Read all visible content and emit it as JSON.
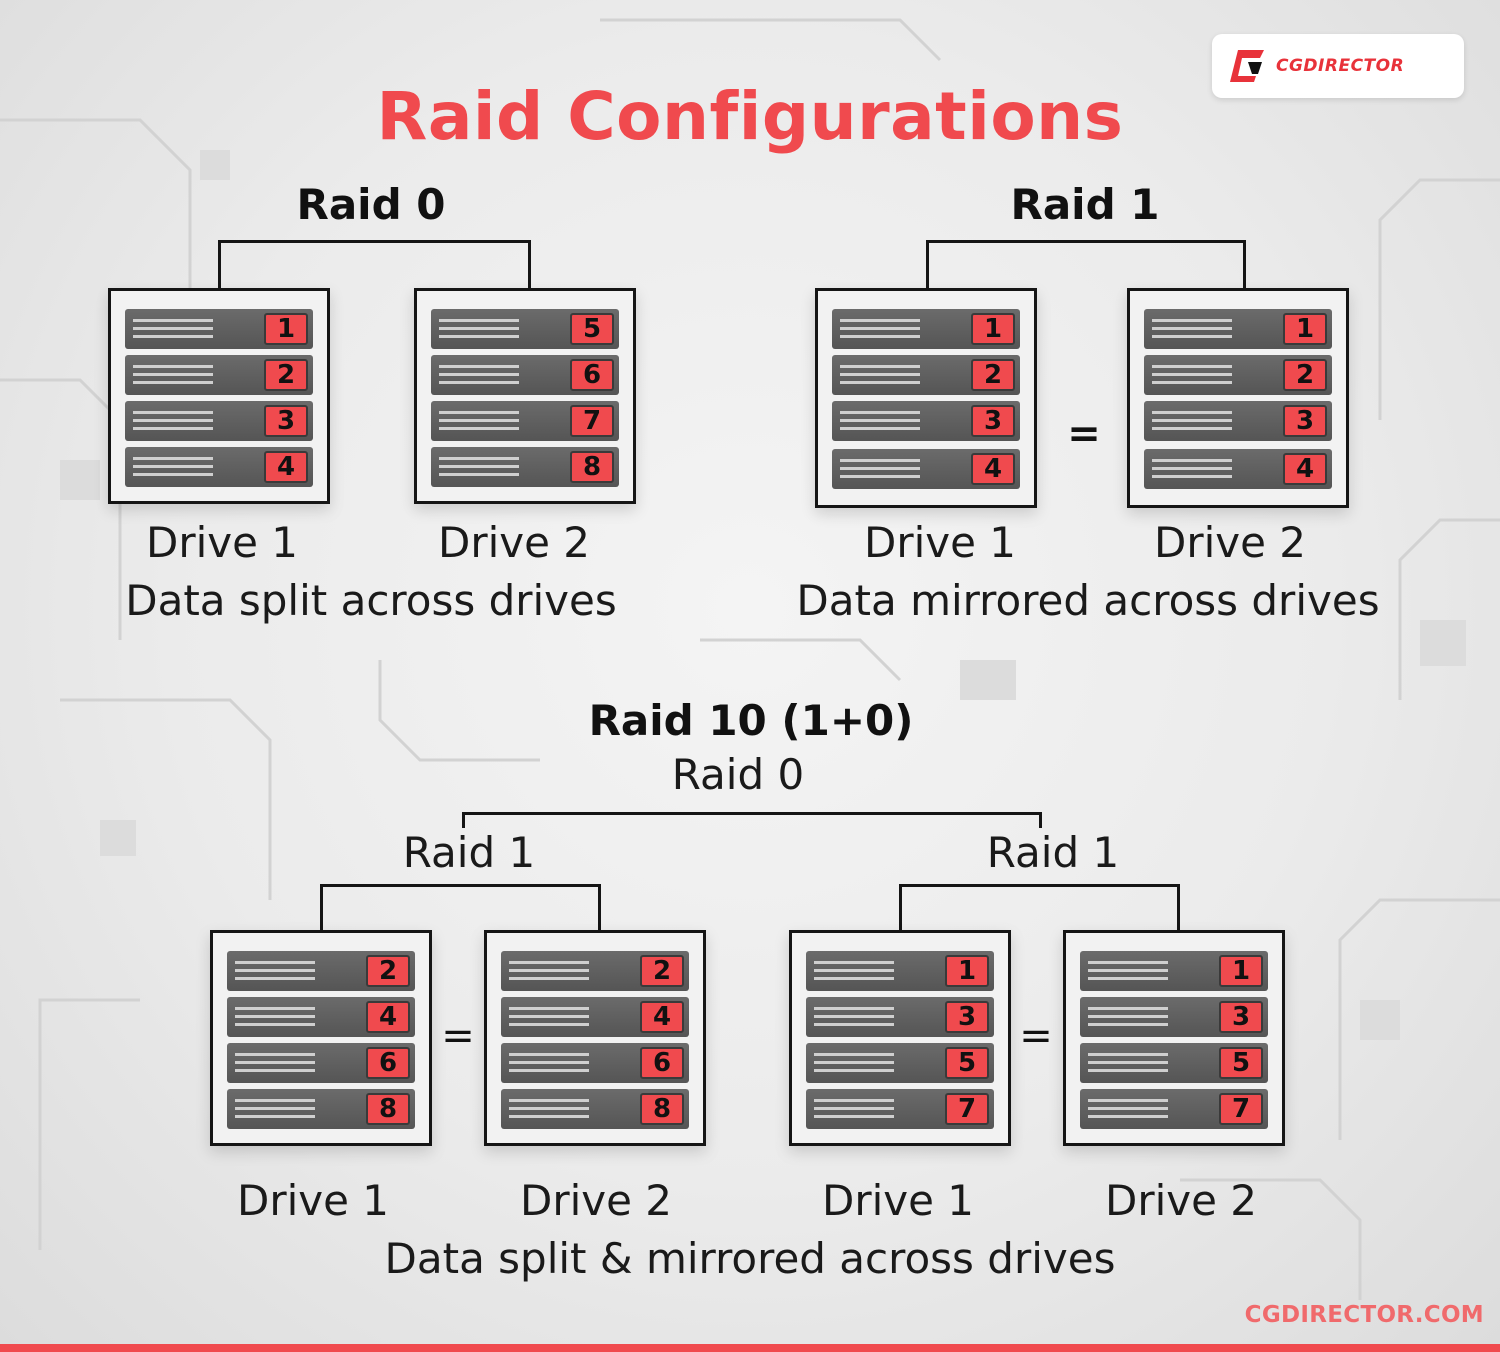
{
  "brand": {
    "logo_text": "CGDIRECTOR",
    "footer_url": "CGDIRECTOR.COM",
    "accent_color": "#f04a4e"
  },
  "title": "Raid Configurations",
  "raid0": {
    "heading": "Raid 0",
    "drives": [
      {
        "label": "Drive 1",
        "blocks": [
          "1",
          "2",
          "3",
          "4"
        ]
      },
      {
        "label": "Drive 2",
        "blocks": [
          "5",
          "6",
          "7",
          "8"
        ]
      }
    ],
    "caption": "Data split across drives"
  },
  "raid1": {
    "heading": "Raid 1",
    "equals": "=",
    "drives": [
      {
        "label": "Drive 1",
        "blocks": [
          "1",
          "2",
          "3",
          "4"
        ]
      },
      {
        "label": "Drive 2",
        "blocks": [
          "1",
          "2",
          "3",
          "4"
        ]
      }
    ],
    "caption": "Data mirrored across drives"
  },
  "raid10": {
    "heading": "Raid 10 (1+0)",
    "top_label": "Raid 0",
    "groups": [
      {
        "label": "Raid 1",
        "equals": "=",
        "drives": [
          {
            "label": "Drive 1",
            "blocks": [
              "2",
              "4",
              "6",
              "8"
            ]
          },
          {
            "label": "Drive 2",
            "blocks": [
              "2",
              "4",
              "6",
              "8"
            ]
          }
        ]
      },
      {
        "label": "Raid 1",
        "equals": "=",
        "drives": [
          {
            "label": "Drive 1",
            "blocks": [
              "1",
              "3",
              "5",
              "7"
            ]
          },
          {
            "label": "Drive 2",
            "blocks": [
              "1",
              "3",
              "5",
              "7"
            ]
          }
        ]
      }
    ],
    "caption": "Data split & mirrored across drives"
  }
}
